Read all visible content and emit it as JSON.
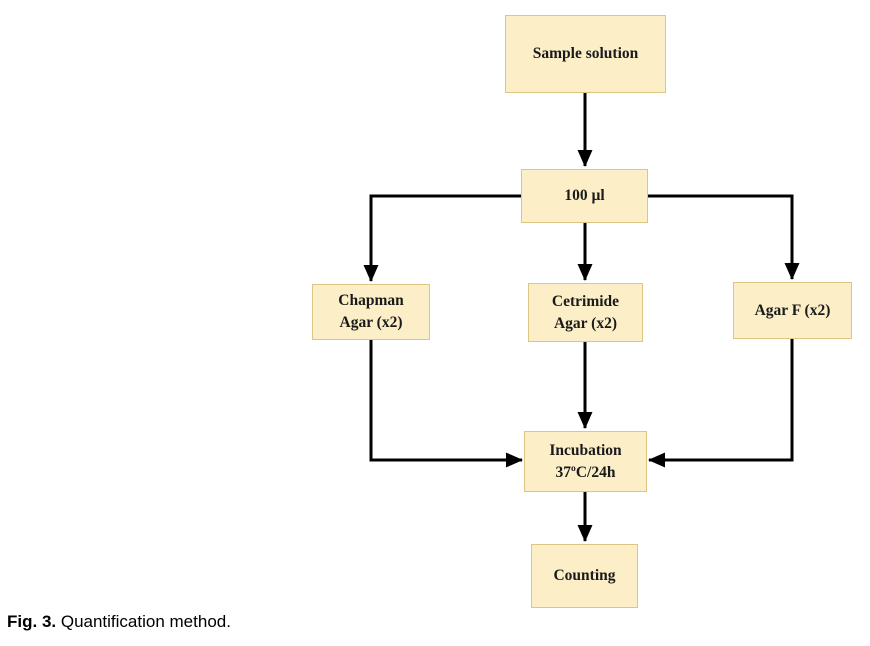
{
  "figure": {
    "caption_label": "Fig. 3.",
    "caption_text": " Quantification method."
  },
  "flowchart": {
    "colors": {
      "box_fill": "#fcefc8",
      "box_border": "#dfc584",
      "line_color": "#000000",
      "text_color": "#1a1a1a"
    },
    "nodes": {
      "sample": {
        "label": "Sample solution"
      },
      "volume": {
        "label": "100 µl"
      },
      "chapman": {
        "label": "Chapman\nAgar (x2)"
      },
      "cetrimide": {
        "label": "Cetrimide\nAgar (x2)"
      },
      "agarf": {
        "label": "Agar F (x2)"
      },
      "incubation": {
        "line1": "Incubation",
        "temp_base": "37",
        "temp_sup": "o",
        "temp_rest": "C/24h"
      },
      "counting": {
        "label": "Counting"
      }
    }
  }
}
